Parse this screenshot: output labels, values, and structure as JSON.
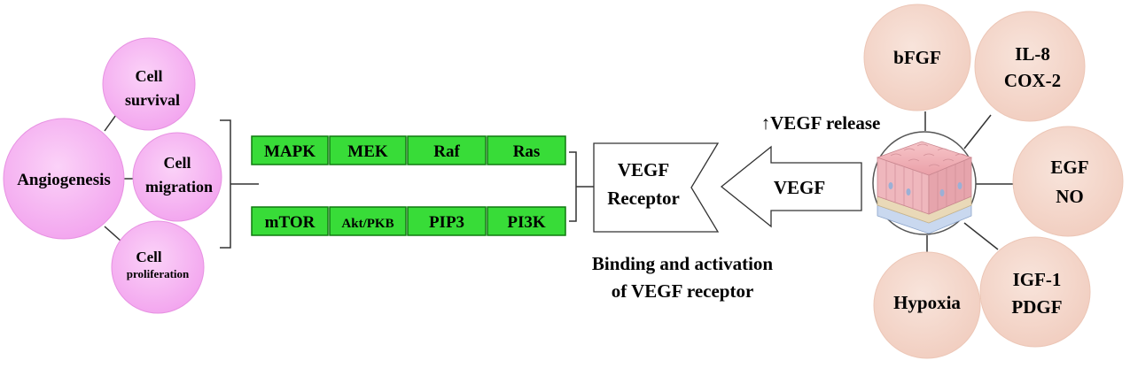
{
  "colors": {
    "pink_outcome": "#f7b6f3",
    "pink_outcome_edge": "#e792e2",
    "peach_factor": "#f5d9cd",
    "peach_factor_edge": "#ecc6b6",
    "green_box": "#38dc38",
    "green_box_edge": "#0f7a0f",
    "line": "#333333"
  },
  "outcomes": {
    "center": "Angiogenesis",
    "survival": [
      "Cell",
      "survival"
    ],
    "migration": [
      "Cell",
      "migration"
    ],
    "proliferation": [
      "Cell",
      "proliferation"
    ]
  },
  "pathway": {
    "top": [
      "MAPK",
      "MEK",
      "Raf",
      "Ras"
    ],
    "bottom": [
      "mTOR",
      "Akt/PKB",
      "PIP3",
      "PI3K"
    ]
  },
  "receptor": {
    "label": [
      "VEGF",
      "Receptor"
    ],
    "caption": [
      "Binding and activation",
      "of VEGF receptor"
    ]
  },
  "ligand": {
    "arrow_label": "VEGF",
    "release_label": "↑VEGF release"
  },
  "factors": {
    "bfgf": [
      "bFGF"
    ],
    "il8": [
      "IL-8",
      "COX-2"
    ],
    "egf": [
      "EGF",
      "NO"
    ],
    "igf": [
      "IGF-1",
      "PDGF"
    ],
    "hypoxia": [
      "Hypoxia"
    ]
  },
  "icons": {
    "tissue": "tissue-cells-icon"
  }
}
